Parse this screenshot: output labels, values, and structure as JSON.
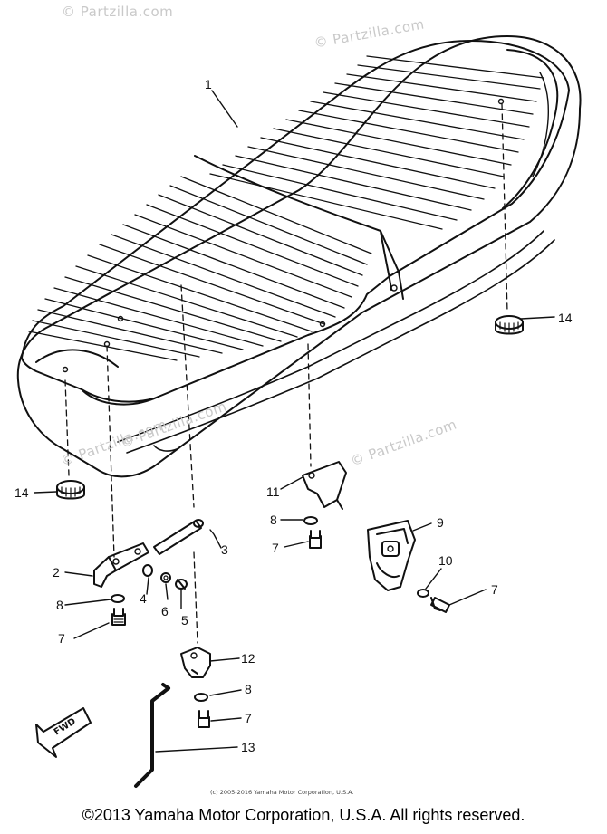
{
  "watermarks": [
    "© Partzilla.com",
    "© Partzilla.com",
    "© Partzilla.com",
    "© Partzilla.com",
    "© Partzilla.com"
  ],
  "callouts": {
    "c1": "1",
    "c2": "2",
    "c3": "3",
    "c4": "4",
    "c5": "5",
    "c6": "6",
    "c7a": "7",
    "c7b": "7",
    "c7c": "7",
    "c7d": "7",
    "c8a": "8",
    "c8b": "8",
    "c8c": "8",
    "c9": "9",
    "c10": "10",
    "c11": "11",
    "c12": "12",
    "c13": "13",
    "c14a": "14",
    "c14b": "14"
  },
  "fwd_label": "FWD",
  "copyright_small": "(c) 2005-2016 Yamaha Motor Corporation, U.S.A.",
  "copyright_footer": "©2013 Yamaha Motor Corporation, U.S.A. All rights reserved."
}
